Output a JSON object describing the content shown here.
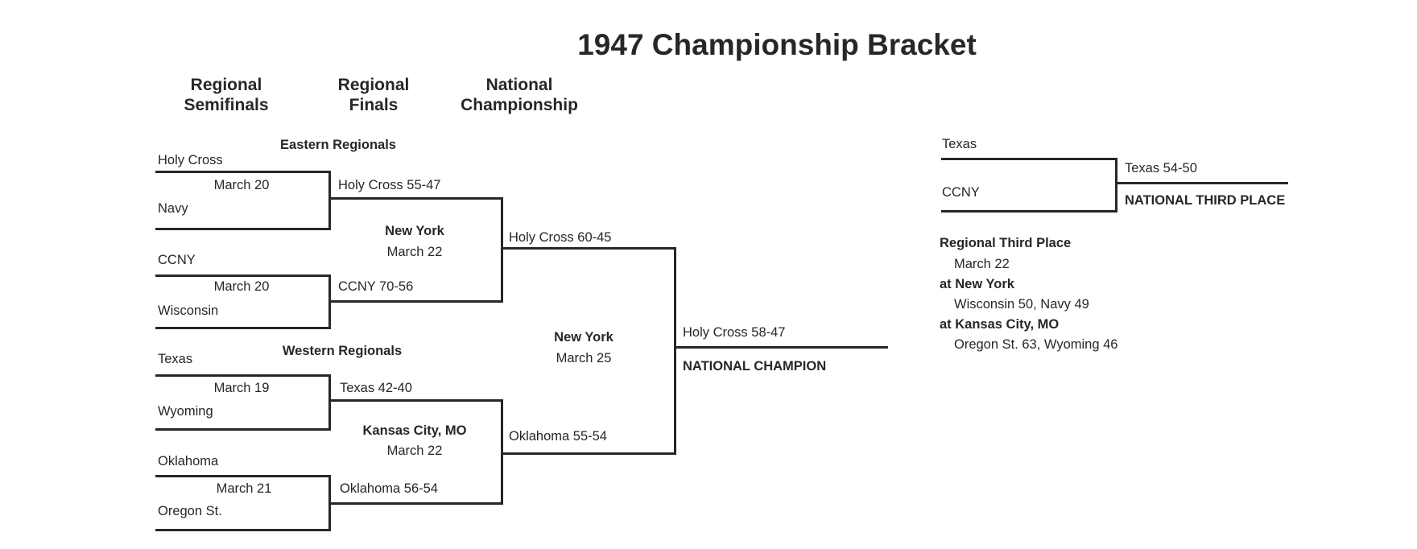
{
  "title": "1947 Championship Bracket",
  "column_headers": [
    {
      "line1": "Regional",
      "line2": "Semifinals"
    },
    {
      "line1": "Regional",
      "line2": "Finals"
    },
    {
      "line1": "National",
      "line2": "Championship"
    }
  ],
  "east": {
    "label": "Eastern Regionals",
    "sf1": {
      "team1": "Holy Cross",
      "team2": "Navy",
      "date": "March 20",
      "winner": "Holy Cross 55-47"
    },
    "sf2": {
      "team1": "CCNY",
      "team2": "Wisconsin",
      "date": "March 20",
      "winner": "CCNY 70-56"
    },
    "final": {
      "site": "New York",
      "date": "March 22",
      "winner": "Holy Cross 60-45"
    }
  },
  "west": {
    "label": "Western Regionals",
    "sf1": {
      "team1": "Texas",
      "team2": "Wyoming",
      "date": "March 19",
      "winner": "Texas 42-40"
    },
    "sf2": {
      "team1": "Oklahoma",
      "team2": "Oregon St.",
      "date": "March 21",
      "winner": "Oklahoma 56-54"
    },
    "final": {
      "site": "Kansas City, MO",
      "date": "March 22",
      "winner": "Oklahoma 55-54"
    }
  },
  "championship": {
    "site": "New York",
    "date": "March 25",
    "winner": "Holy Cross 58-47",
    "champion_label": "NATIONAL CHAMPION"
  },
  "third_place": {
    "team1": "Texas",
    "team2": "CCNY",
    "winner": "Texas 54-50",
    "label": "NATIONAL THIRD PLACE"
  },
  "regional_third": {
    "title": "Regional Third Place",
    "date": "March 22",
    "games": [
      {
        "site": "at New York",
        "result": "Wisconsin 50, Navy 49"
      },
      {
        "site": "at Kansas City, MO",
        "result": "Oregon St. 63, Wyoming 46"
      }
    ]
  },
  "colors": {
    "text": "#26272b",
    "line": "#26272b",
    "background": "#ffffff"
  }
}
